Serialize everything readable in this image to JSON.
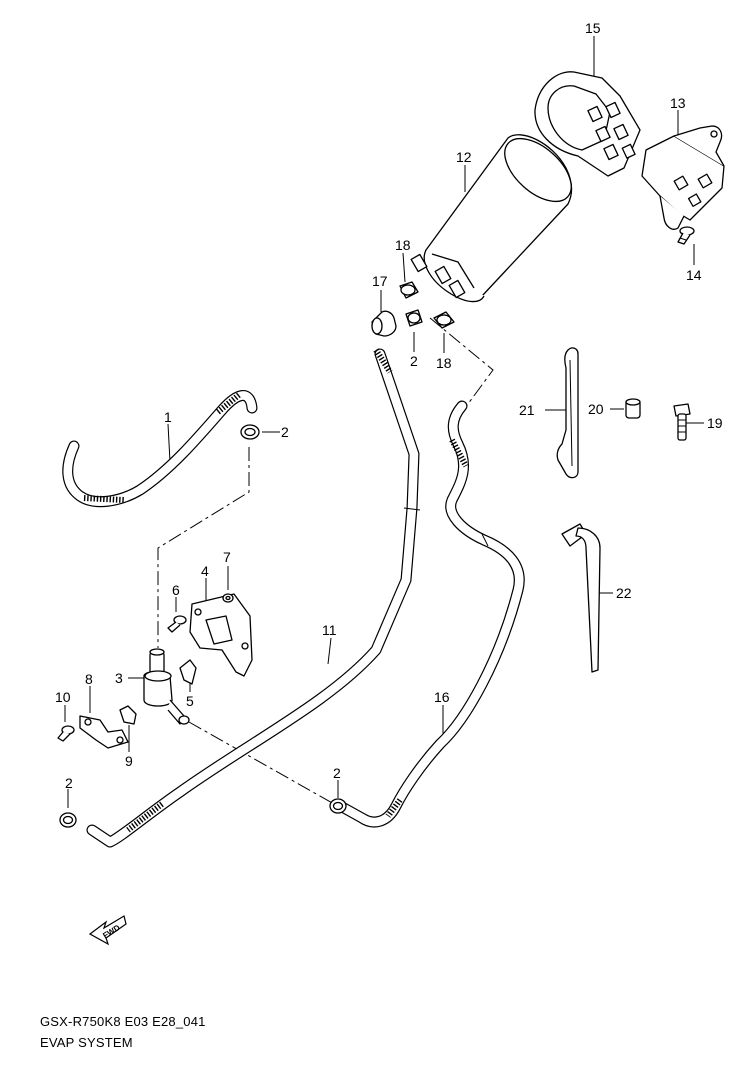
{
  "diagram_code": "GSX-R750K8 E03 E28_041",
  "diagram_title": "EVAP SYSTEM",
  "fwd_label": "FWD",
  "callouts": {
    "p1": "1",
    "p2a": "2",
    "p2b": "2",
    "p2c": "2",
    "p2d": "2",
    "p3": "3",
    "p4": "4",
    "p5": "5",
    "p6": "6",
    "p7": "7",
    "p8": "8",
    "p9": "9",
    "p10": "10",
    "p11": "11",
    "p12": "12",
    "p13": "13",
    "p14": "14",
    "p15": "15",
    "p16": "16",
    "p17": "17",
    "p18a": "18",
    "p18b": "18",
    "p19": "19",
    "p20": "20",
    "p21": "21",
    "p22": "22"
  }
}
